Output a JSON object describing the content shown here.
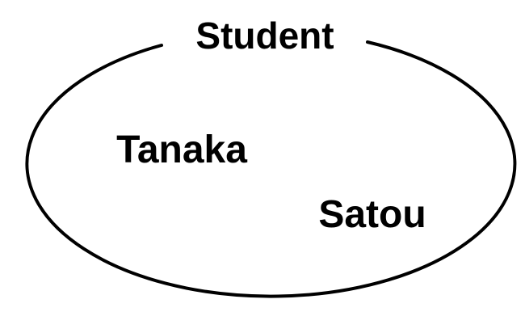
{
  "diagram": {
    "title": "Student",
    "elements": [
      "Tanaka",
      "Satou"
    ]
  },
  "colors": {
    "background": "#ffffff",
    "stroke": "#000000",
    "text": "#000000"
  }
}
